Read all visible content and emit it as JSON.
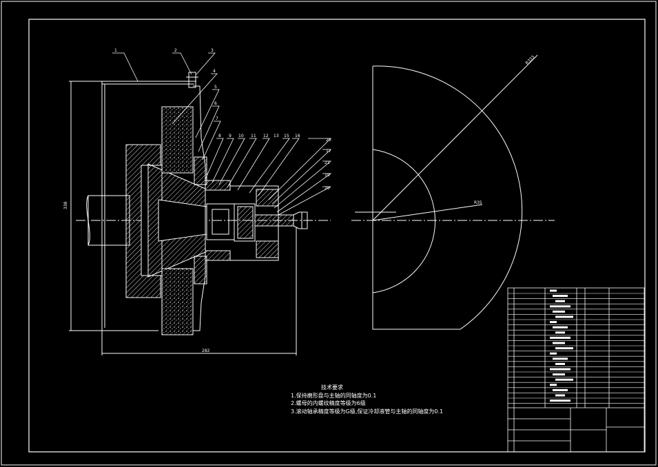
{
  "drawing": {
    "part_numbers": [
      "1",
      "2",
      "3",
      "4",
      "5",
      "6",
      "7",
      "8",
      "9",
      "10",
      "11",
      "12",
      "13",
      "15",
      "16",
      "17",
      "18",
      "19",
      "20",
      "21"
    ],
    "dimensions": {
      "overall_height": "338",
      "overall_width": "282",
      "large_radius": "R333",
      "small_radius": "R35"
    },
    "colors": {
      "background": "#000000",
      "line": "#ffffff",
      "hatch": "#dddddd"
    }
  },
  "technical_requirements": {
    "title": "技术要求",
    "items": [
      "1.保持磨形盘与主轴的同轴度为0.1",
      "2.螺母的内螺纹精度等级为6级",
      "3.滚动轴承精度等级为G级,保证冷却液管与主轴的同轴度为0.1"
    ]
  }
}
